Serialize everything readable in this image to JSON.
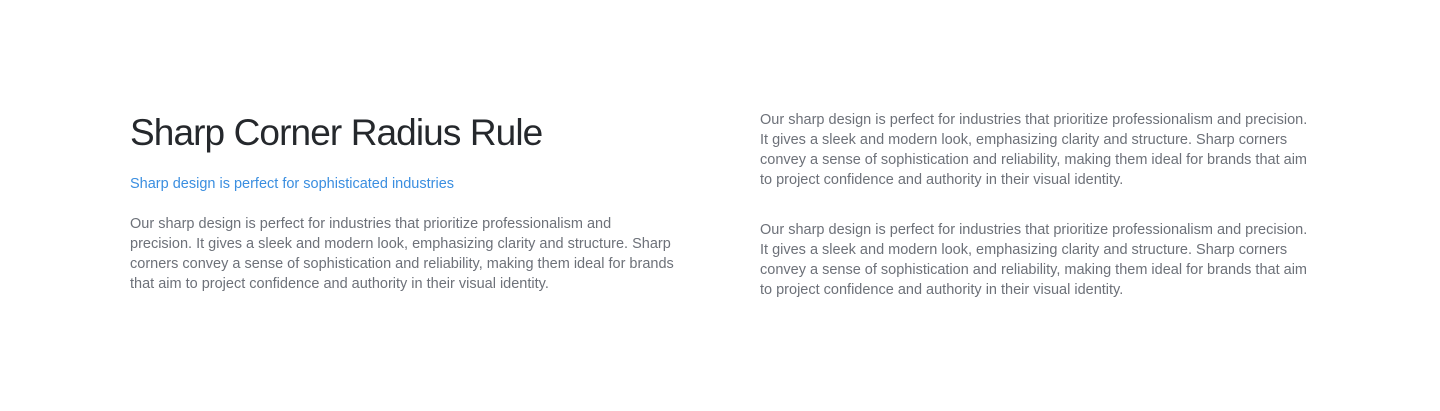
{
  "heading": {
    "title": "Sharp Corner Radius Rule",
    "subtitle": "Sharp design is perfect for sophisticated industries"
  },
  "left": {
    "paragraph": "Our sharp design is perfect for industries that prioritize professionalism and precision. It gives a sleek and modern look, emphasizing clarity and structure. Sharp corners convey a sense of sophistication and reliability, making them ideal for brands that aim to project confidence and authority in their visual identity."
  },
  "right": {
    "paragraphs": [
      "Our sharp design is perfect for industries that prioritize professionalism and precision. It gives a sleek and modern look, emphasizing clarity and structure. Sharp corners convey a sense of sophistication and reliability, making them ideal for brands that aim to project confidence and authority in their visual identity.",
      "Our sharp design is perfect for industries that prioritize professionalism and precision. It gives a sleek and modern look, emphasizing clarity and structure. Sharp corners convey a sense of sophistication and reliability, making them ideal for brands that aim to project confidence and authority in their visual identity."
    ]
  },
  "colors": {
    "title": "#25282c",
    "accent": "#3a8ee0",
    "body": "#6d7179",
    "background": "#ffffff"
  }
}
